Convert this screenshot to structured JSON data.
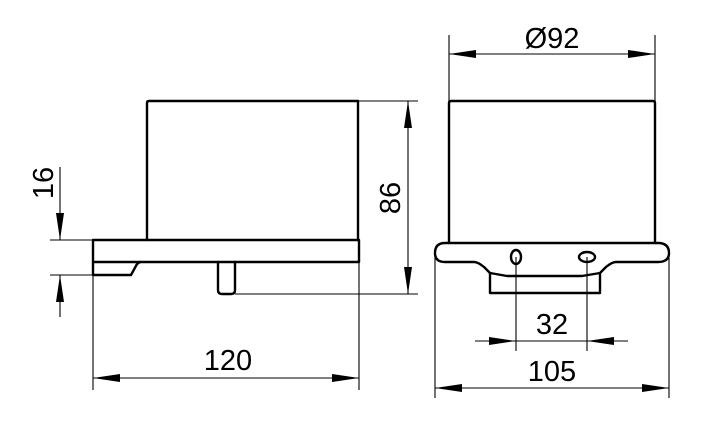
{
  "drawing": {
    "type": "technical dimension drawing",
    "line_color": "#000000",
    "background_color": "#ffffff",
    "views": [
      {
        "name": "side-view",
        "description": "Side elevation of wall-mounted holder with cylindrical body on flat base plate"
      },
      {
        "name": "front-view",
        "description": "Front elevation showing rounded flange and two mounting holes"
      }
    ]
  },
  "dimensions": {
    "base_height": {
      "label": "16",
      "orientation": "vertical"
    },
    "total_height": {
      "label": "86",
      "orientation": "vertical"
    },
    "side_width": {
      "label": "120",
      "orientation": "horizontal"
    },
    "diameter": {
      "label": "Ø92",
      "orientation": "horizontal"
    },
    "hole_spacing": {
      "label": "32",
      "orientation": "horizontal"
    },
    "front_width": {
      "label": "105",
      "orientation": "horizontal"
    }
  }
}
